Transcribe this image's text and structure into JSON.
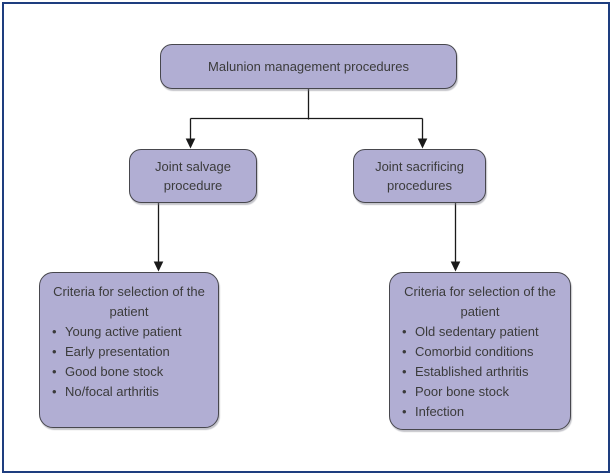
{
  "diagram": {
    "type": "flowchart",
    "title": "Malunion management procedures",
    "bullet_char": "•",
    "colors": {
      "frame": "#1e3d7f",
      "node_fill": "#b1aed3",
      "node_border": "#47474d",
      "text": "#3b3b3b",
      "connector": "#1a1a1a",
      "background": "#ffffff"
    },
    "nodes": {
      "root": {
        "label": "Malunion management procedures"
      },
      "branch_left": {
        "label": "Joint salvage procedure"
      },
      "branch_right": {
        "label": "Joint sacrificing procedures"
      },
      "criteria_left": {
        "title": "Criteria for selection of the patient",
        "items": [
          "Young active patient",
          "Early presentation",
          "Good bone stock",
          "No/focal arthritis"
        ]
      },
      "criteria_right": {
        "title": "Criteria for selection of the patient",
        "items": [
          "Old sedentary patient",
          "Comorbid conditions",
          "Established arthritis",
          "Poor bone stock",
          "Infection"
        ]
      }
    },
    "edges": [
      "root -> branch_left",
      "root -> branch_right",
      "branch_left -> criteria_left",
      "branch_right -> criteria_right"
    ]
  }
}
